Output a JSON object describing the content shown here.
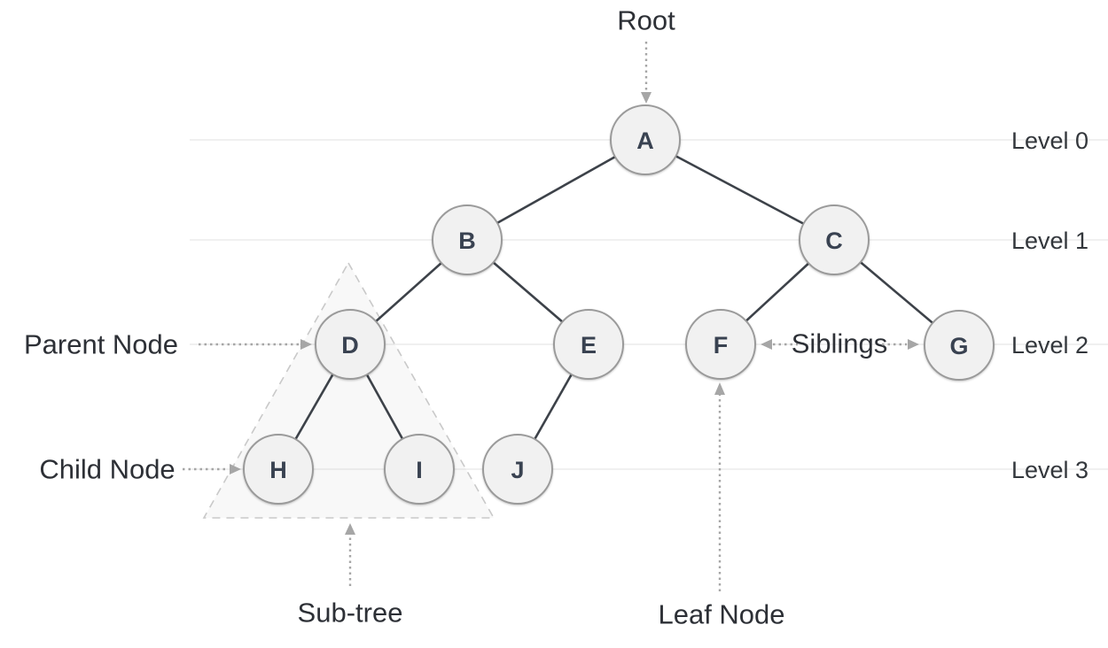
{
  "annotations": {
    "root": {
      "label": "Root"
    },
    "parent_node": {
      "label": "Parent Node"
    },
    "child_node": {
      "label": "Child Node"
    },
    "sub_tree": {
      "label": "Sub-tree"
    },
    "leaf_node": {
      "label": "Leaf Node"
    },
    "siblings": {
      "label": "Siblings"
    }
  },
  "levels": [
    {
      "label": "Level 0"
    },
    {
      "label": "Level 1"
    },
    {
      "label": "Level 2"
    },
    {
      "label": "Level 3"
    }
  ],
  "tree": {
    "nodes": [
      {
        "id": "A",
        "label": "A",
        "level": 0
      },
      {
        "id": "B",
        "label": "B",
        "level": 1
      },
      {
        "id": "C",
        "label": "C",
        "level": 1
      },
      {
        "id": "D",
        "label": "D",
        "level": 2
      },
      {
        "id": "E",
        "label": "E",
        "level": 2
      },
      {
        "id": "F",
        "label": "F",
        "level": 2
      },
      {
        "id": "G",
        "label": "G",
        "level": 2
      },
      {
        "id": "H",
        "label": "H",
        "level": 3
      },
      {
        "id": "I",
        "label": "I",
        "level": 3
      },
      {
        "id": "J",
        "label": "J",
        "level": 3
      }
    ],
    "edges": [
      [
        "A",
        "B"
      ],
      [
        "A",
        "C"
      ],
      [
        "B",
        "D"
      ],
      [
        "B",
        "E"
      ],
      [
        "C",
        "F"
      ],
      [
        "C",
        "G"
      ],
      [
        "D",
        "H"
      ],
      [
        "D",
        "I"
      ],
      [
        "E",
        "J"
      ]
    ]
  },
  "colors": {
    "node_fill": "#f1f1f1",
    "node_border": "#9a9a9a",
    "node_letter": "#394251",
    "edge_line": "#3d4249",
    "level_line": "#e8e8e8",
    "label_text": "#2d3036",
    "arrow": "#a6a6a6",
    "subtree_dash": "#c9c9c9"
  }
}
